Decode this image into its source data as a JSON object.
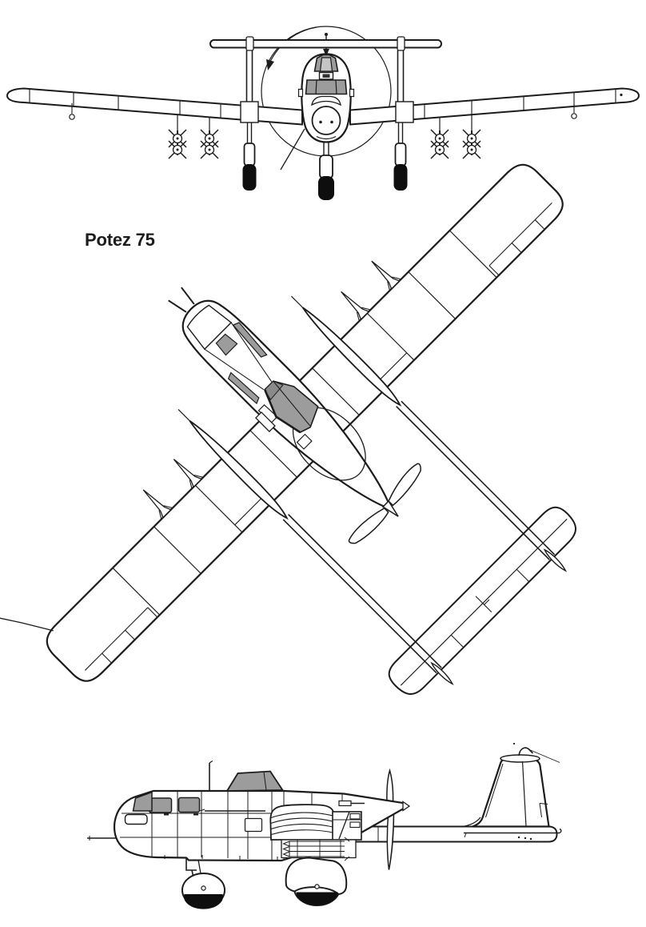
{
  "title": "Potez 75",
  "figure": {
    "kind": "three-view aircraft line drawing",
    "views": [
      "front view",
      "plan view rotated 45 degrees",
      "left side view"
    ]
  },
  "colors": {
    "ink": "#1c1c1c",
    "canopy_gray": "#9c9c9c",
    "canopy_light": "#c6c6c6",
    "background": "#ffffff",
    "tire_black": "#0e0e0e"
  }
}
